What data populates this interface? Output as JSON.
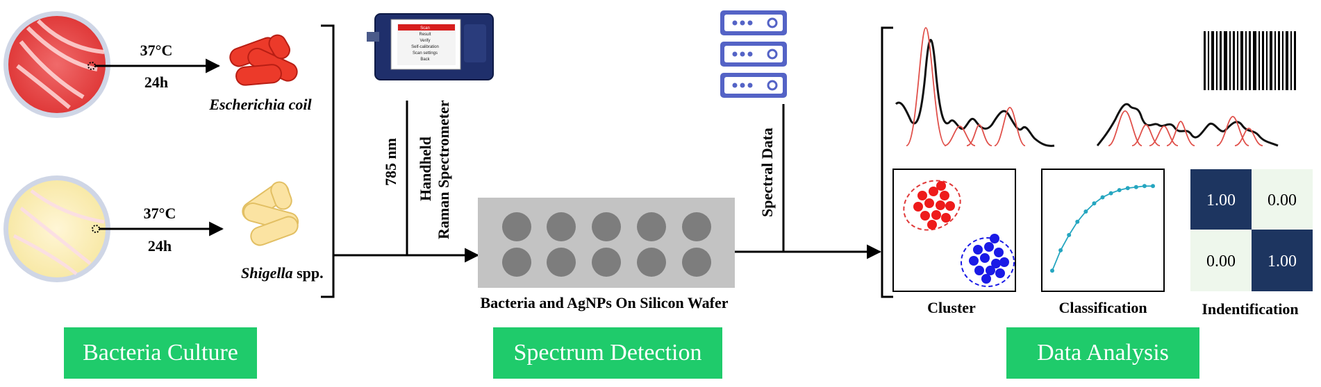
{
  "culture": {
    "temp": "37°C",
    "time": "24h",
    "ecoli_label": "Escherichia coil",
    "shigella_italic": "Shigella",
    "shigella_suffix": " spp."
  },
  "detection": {
    "wavelength": "785 nm",
    "device_line1": "Handheld",
    "device_line2": "Raman Spectrometer",
    "wafer_label": "Bacteria and AgNPs On Silicon Wafer",
    "spectral_data": "Spectral Data"
  },
  "device_screen": [
    "Scan",
    "Result",
    "Verify",
    "Self-calibration",
    "Scan settings",
    "Back"
  ],
  "analysis": {
    "cluster_label": "Cluster",
    "classification_label": "Classification",
    "identification_label": "Indentification",
    "matrix": [
      [
        "1.00",
        "0.00"
      ],
      [
        "0.00",
        "1.00"
      ]
    ]
  },
  "stages": {
    "culture": "Bacteria Culture",
    "detection": "Spectrum Detection",
    "analysis": "Data Analysis"
  },
  "colors": {
    "green": "#1fcb6b",
    "navy": "#1d3560",
    "mint": "#eef7ec",
    "server": "#5463c6",
    "red_cluster": "#ee1b1b",
    "blue_cluster": "#1a1ae6",
    "curve": "#25a6c0"
  },
  "chart_data": [
    {
      "type": "line",
      "name_ref": "classification",
      "x": [
        1,
        2,
        3,
        4,
        5,
        6,
        7,
        8,
        9,
        10,
        11,
        12,
        13
      ],
      "y": [
        0.1,
        0.3,
        0.45,
        0.58,
        0.68,
        0.76,
        0.82,
        0.86,
        0.89,
        0.91,
        0.92,
        0.93,
        0.93
      ]
    },
    {
      "type": "scatter",
      "name_ref": "cluster",
      "series": [
        {
          "color": "red",
          "count": 12
        },
        {
          "color": "blue",
          "count": 12
        }
      ]
    }
  ]
}
